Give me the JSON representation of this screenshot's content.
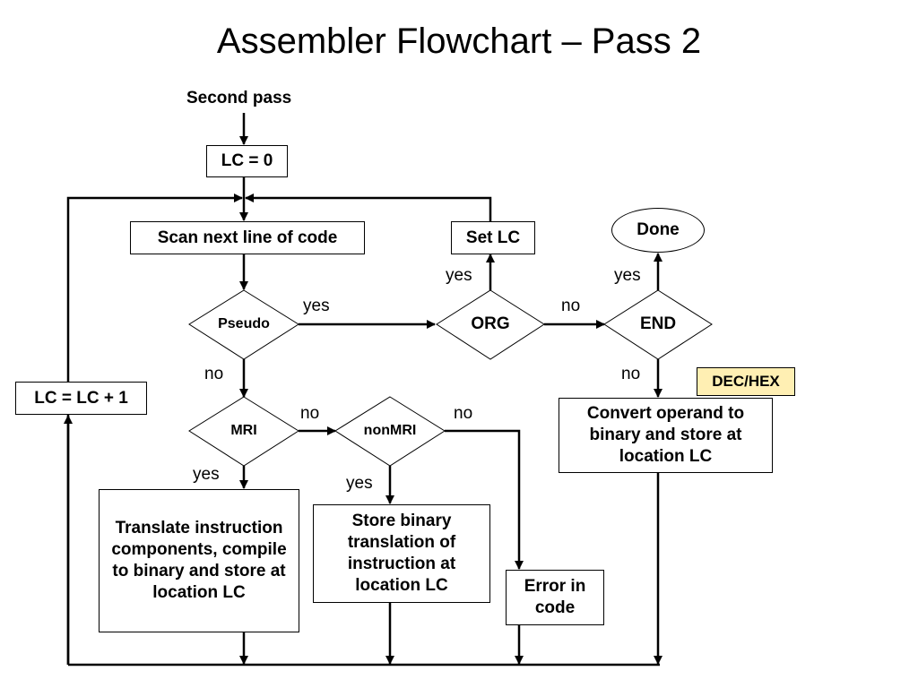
{
  "title": "Assembler Flowchart – Pass 2",
  "start_label": "Second pass",
  "boxes": {
    "lc_zero": "LC = 0",
    "scan": "Scan next line of code",
    "set_lc": "Set LC",
    "done": "Done",
    "lc_inc": "LC = LC + 1",
    "dec_hex": "DEC/HEX",
    "convert": "Convert operand to binary and store at location LC",
    "translate": "Translate instruction components, compile to binary and store at location LC",
    "store": "Store binary translation of instruction at location LC",
    "error": "Error in code"
  },
  "decisions": {
    "pseudo": "Pseudo",
    "org": "ORG",
    "end": "END",
    "mri": "MRI",
    "nonmri": "nonMRI"
  },
  "edge_labels": {
    "pseudo_yes": "yes",
    "pseudo_no": "no",
    "org_yes": "yes",
    "org_no": "no",
    "end_yes": "yes",
    "end_no": "no",
    "mri_no": "no",
    "mri_yes": "yes",
    "nonmri_no": "no",
    "nonmri_yes": "yes"
  }
}
